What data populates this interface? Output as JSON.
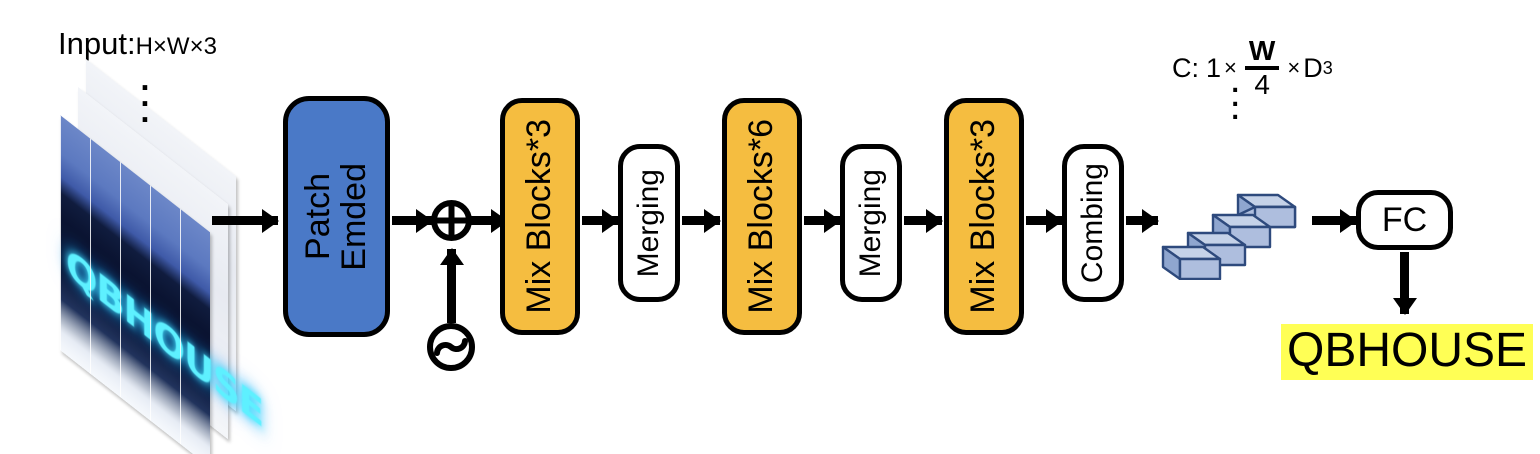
{
  "figure": {
    "type": "model-architecture-diagram",
    "title": "Vision text-recognition network pipeline"
  },
  "input": {
    "label_prefix": "Input:",
    "label_dims": "H×W×3",
    "image_text": "QBHOUSE",
    "ellipsis": "⋮",
    "icon": "input-image-stack-icon"
  },
  "blocks": [
    {
      "id": "patch-embed",
      "line1": "Patch",
      "line2": "Emded",
      "color": "#4a79c7",
      "style": "blue"
    },
    {
      "id": "mix-blocks-1",
      "label": "Mix Blocks*3",
      "color": "#f5bd40",
      "style": "orange"
    },
    {
      "id": "merging-1",
      "label": "Merging",
      "color": "#ffffff",
      "style": "white"
    },
    {
      "id": "mix-blocks-2",
      "label": "Mix Blocks*6",
      "color": "#f5bd40",
      "style": "orange"
    },
    {
      "id": "merging-2",
      "label": "Merging",
      "color": "#ffffff",
      "style": "white"
    },
    {
      "id": "mix-blocks-3",
      "label": "Mix Blocks*3",
      "color": "#f5bd40",
      "style": "orange"
    },
    {
      "id": "combing",
      "label": "Combing",
      "color": "#ffffff",
      "style": "white"
    },
    {
      "id": "fc",
      "label": "FC",
      "color": "#ffffff",
      "style": "white"
    }
  ],
  "operators": {
    "add": {
      "glyph": "⊕",
      "name": "add-operator"
    },
    "positional_encoding": {
      "glyph": "⊘",
      "name": "positional-encoding-icon"
    }
  },
  "feature_map": {
    "label_prefix": "C:",
    "dim_first": "1",
    "numerator": "W",
    "denominator": "4",
    "dim_last": "D",
    "dim_last_sub": "3",
    "times": "×",
    "ellipsis": "⋮",
    "cuboid_count": 4,
    "cuboid_fill": "#aebede",
    "cuboid_stroke": "#2e4a7d"
  },
  "output": {
    "prediction": "QBHOUSE",
    "highlight_color": "#ffff55"
  },
  "colors": {
    "blue_block": "#4a79c7",
    "orange_block": "#f5bd40",
    "white_block": "#ffffff",
    "stroke": "#000000",
    "highlight": "#ffff55",
    "cuboid": "#aebede"
  }
}
